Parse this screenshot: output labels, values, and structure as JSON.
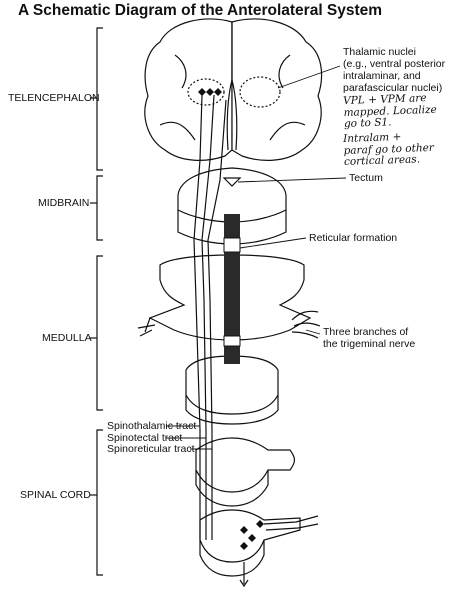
{
  "title": "A Schematic Diagram of the Anterolateral System",
  "regions": {
    "telencephalon": "TELENCEPHALON",
    "midbrain": "MIDBRAIN",
    "medulla": "MEDULLA",
    "spinal_cord": "SPINAL CORD"
  },
  "callouts": {
    "thalamic_1": "Thalamic nuclei",
    "thalamic_2": "(e.g., ventral posterior",
    "thalamic_3": "intralaminar, and",
    "thalamic_4": "parafascicular nuclei)",
    "tectum": "Tectum",
    "reticular": "Reticular formation",
    "trigeminal_1": "Three branches of",
    "trigeminal_2": "the trigeminal nerve",
    "spinothalamic": "Spinothalamic tract",
    "spinotectal": "Spinotectal tract",
    "spinoreticular": "Spinoreticular tract"
  },
  "handwritten_notes": {
    "note_1": "VPL + VPM are\nmapped. Localize\ngo to S1.",
    "note_2": "Intralam +\nparaf go to other\ncortical areas."
  }
}
